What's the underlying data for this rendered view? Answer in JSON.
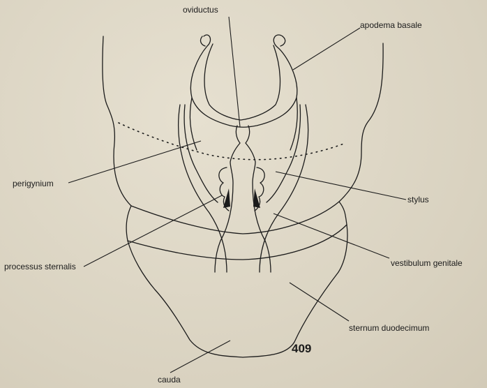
{
  "figure_number": "409",
  "labels": {
    "oviductus": "oviductus",
    "apodema_basale": "apodema basale",
    "perigynium": "perigynium",
    "stylus": "stylus",
    "processus_sternalis": "processus sternalis",
    "vestibulum_genitale": "vestibulum genitale",
    "sternum_duodecimum": "sternum duodecimum",
    "cauda": "cauda"
  }
}
